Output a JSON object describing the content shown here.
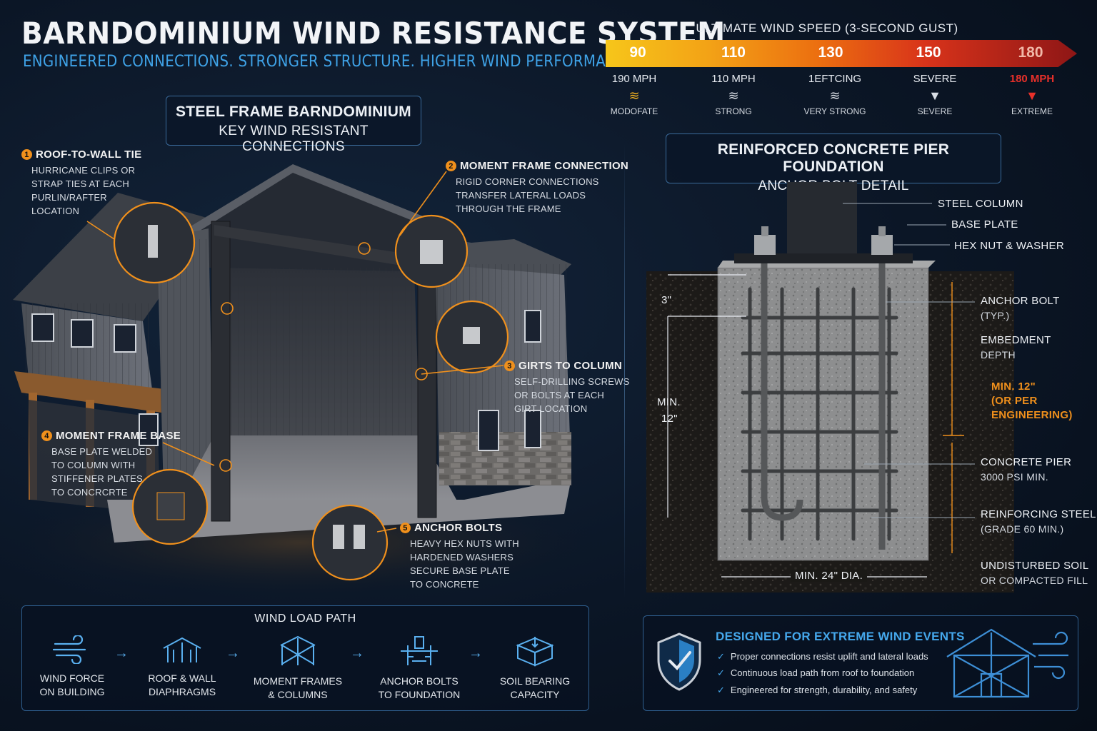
{
  "header": {
    "title": "BARNDOMINIUM WIND RESISTANCE SYSTEM",
    "subtitle": "ENGINEERED CONNECTIONS. STRONGER STRUCTURE. HIGHER WIND PERFORMANCE."
  },
  "frame_box": {
    "line1": "STEEL FRAME BARNDOMINIUM",
    "line2": "KEY WIND RESISTANT CONNECTIONS"
  },
  "callouts": [
    {
      "num": "1",
      "title": "ROOF-TO-WALL TIE",
      "desc": [
        "HURRICANE CLIPS OR",
        "STRAP TIES AT EACH",
        "PURLIN/RAFTER",
        "LOCATION"
      ]
    },
    {
      "num": "2",
      "title": "MOMENT FRAME CONNECTION",
      "desc": [
        "RIGID CORNER CONNECTIONS",
        "TRANSFER LATERAL LOADS",
        "THROUGH THE FRAME"
      ]
    },
    {
      "num": "3",
      "title": "GIRTS TO COLUMN",
      "desc": [
        "SELF-DRILLING SCREWS",
        "OR BOLTS AT EACH",
        "GIRT LOCATION"
      ]
    },
    {
      "num": "4",
      "title": "MOMENT FRAME BASE",
      "desc": [
        "BASE PLATE WELDED",
        "TO COLUMN WITH",
        "STIFFENER PLATES",
        "TO CONCRCRTE"
      ]
    },
    {
      "num": "5",
      "title": "ANCHOR BOLTS",
      "desc": [
        "HEAVY HEX NUTS WITH",
        "HARDENED WASHERS",
        "SECURE BASE PLATE",
        "TO CONCRETE"
      ]
    }
  ],
  "wind_scale": {
    "title": "ULTIMATE WIND SPEED (3-SECOND GUST)",
    "values": [
      "90",
      "110",
      "130",
      "150",
      "180"
    ],
    "labels": [
      "190 MPH",
      "110 MPH",
      "1EFTCING",
      "SEVERE",
      "180 MPH"
    ],
    "categories": [
      "MODOFATE",
      "STRONG",
      "VERY STRONG",
      "SEVERE",
      "EXTREME"
    ],
    "colors": {
      "low": "#f6c61a",
      "high": "#8e1616",
      "extreme_label": "#e8302a"
    }
  },
  "foundation_box": {
    "line1": "REINFORCED CONCRETE PIER FOUNDATION",
    "line2": "ANCHOR BOLT DETAIL"
  },
  "foundation_labels": {
    "steel_column": "STEEL COLUMN",
    "base_plate": "BASE PLATE",
    "hex_nut": "HEX NUT & WASHER",
    "anchor_bolt": "ANCHOR BOLT",
    "anchor_bolt_sub": "(TYP.)",
    "embedment": "EMBEDMENT",
    "embedment_sub": "DEPTH",
    "min12_orange_1": "MIN. 12\"",
    "min12_orange_2": "(OR PER",
    "min12_orange_3": "ENGINEERING)",
    "concrete_pier": "CONCRETE PIER",
    "concrete_pier_sub": "3000 PSI MIN.",
    "reinforcing": "REINFORCING STEEL",
    "reinforcing_sub": "(GRADE 60 MIN.)",
    "soil": "UNDISTURBED SOIL",
    "soil_sub": "OR COMPACTED FILL",
    "dim_3": "3\"",
    "dim_min12_a": "MIN.",
    "dim_min12_b": "12\"",
    "dim_dia": "MIN. 24\" DIA."
  },
  "load_path": {
    "title": "WIND LOAD PATH",
    "items": [
      {
        "l1": "WIND FORCE",
        "l2": "ON BUILDING",
        "icon": "wind-icon"
      },
      {
        "l1": "ROOF & WALL",
        "l2": "DIAPHRAGMS",
        "icon": "roof-icon"
      },
      {
        "l1": "MOMENT FRAMES",
        "l2": "& COLUMNS",
        "icon": "frame-icon"
      },
      {
        "l1": "ANCHOR BOLTS",
        "l2": "TO FOUNDATION",
        "icon": "anchor-icon"
      },
      {
        "l1": "SOIL BEARING",
        "l2": "CAPACITY",
        "icon": "soil-icon"
      }
    ],
    "arrow": "→"
  },
  "designed": {
    "title": "DESIGNED FOR EXTREME WIND EVENTS",
    "items": [
      "Proper connections resist uplift and lateral loads",
      "Continuous load path from roof to foundation",
      "Engineered for strength, durability, and safety"
    ],
    "check": "✓"
  },
  "colors": {
    "accent_blue": "#3fa3e8",
    "accent_orange": "#f0901c"
  }
}
